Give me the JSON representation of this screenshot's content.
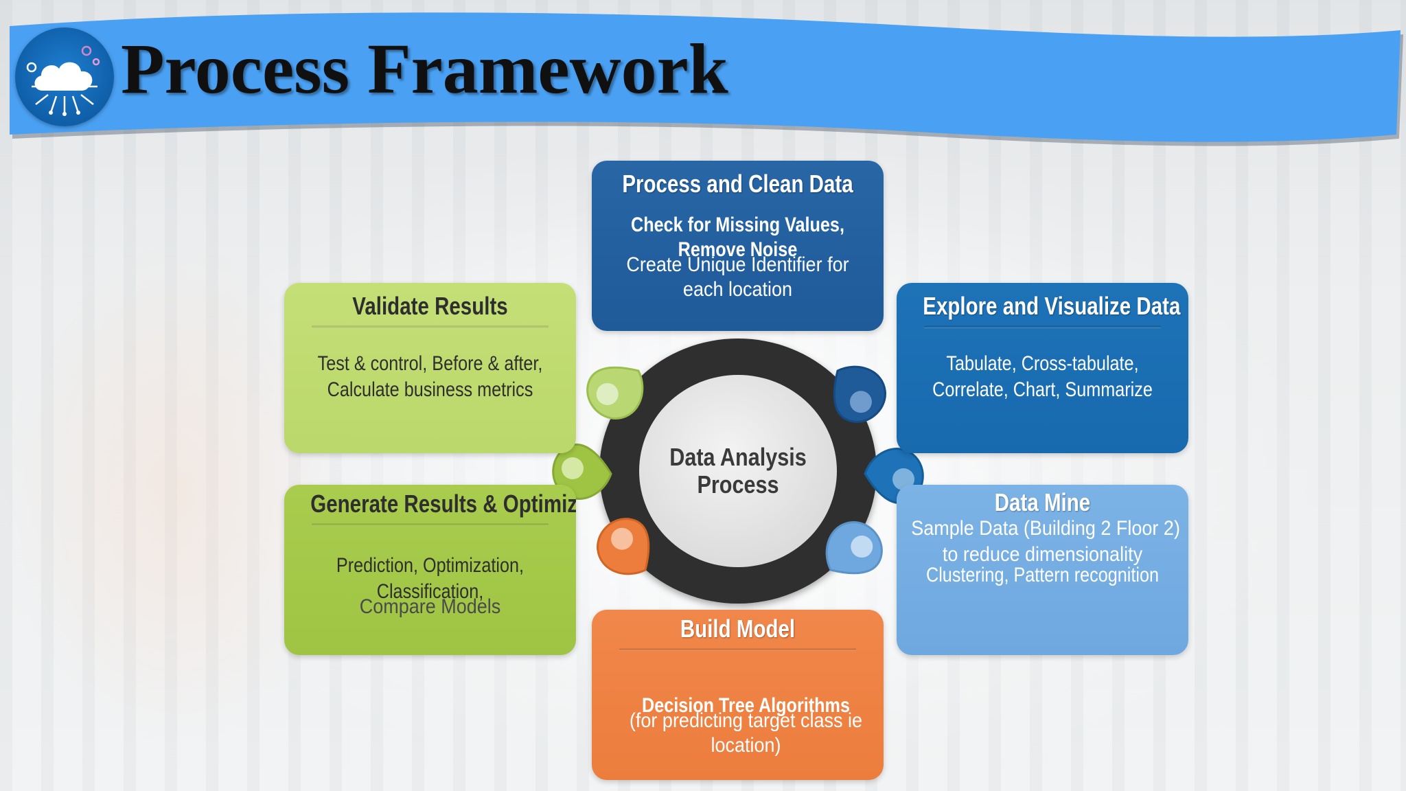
{
  "header": {
    "title": "Process Framework",
    "logo_icon": "cloud-circuit-icon"
  },
  "colors": {
    "banner": "#4aa0f2",
    "clean": "#2866a6",
    "explore": "#1e72b7",
    "mine": "#7cb3e6",
    "build": "#f1874a",
    "generate": "#a9cc4e",
    "validate": "#c4df76",
    "ring": "#2f2f2f"
  },
  "diagram": {
    "center": {
      "line1": "Data Analysis",
      "line2": "Process"
    },
    "steps": {
      "clean": {
        "title": "Process and Clean Data",
        "lines": [
          "Check for Missing Values,",
          "Remove Noise",
          "Create Unique Identifier for",
          "each location"
        ]
      },
      "explore": {
        "title": "Explore and Visualize Data",
        "lines": [
          "Tabulate, Cross-tabulate,",
          "Correlate, Chart, Summarize"
        ]
      },
      "mine": {
        "title": "Data Mine",
        "lines": [
          "Sample Data (Building 2 Floor 2)",
          "to reduce dimensionality",
          "Clustering, Pattern recognition"
        ]
      },
      "build": {
        "title": "Build Model",
        "lines": [
          "Decision Tree Algorithms",
          "(for predicting target class ie",
          "location)"
        ]
      },
      "generate": {
        "title": "Generate Results & Optimize",
        "lines": [
          "Prediction, Optimization,",
          "Classification,",
          "Compare Models"
        ]
      },
      "validate": {
        "title": "Validate Results",
        "lines": [
          "Test & control, Before & after,",
          "Calculate business metrics"
        ]
      }
    }
  }
}
